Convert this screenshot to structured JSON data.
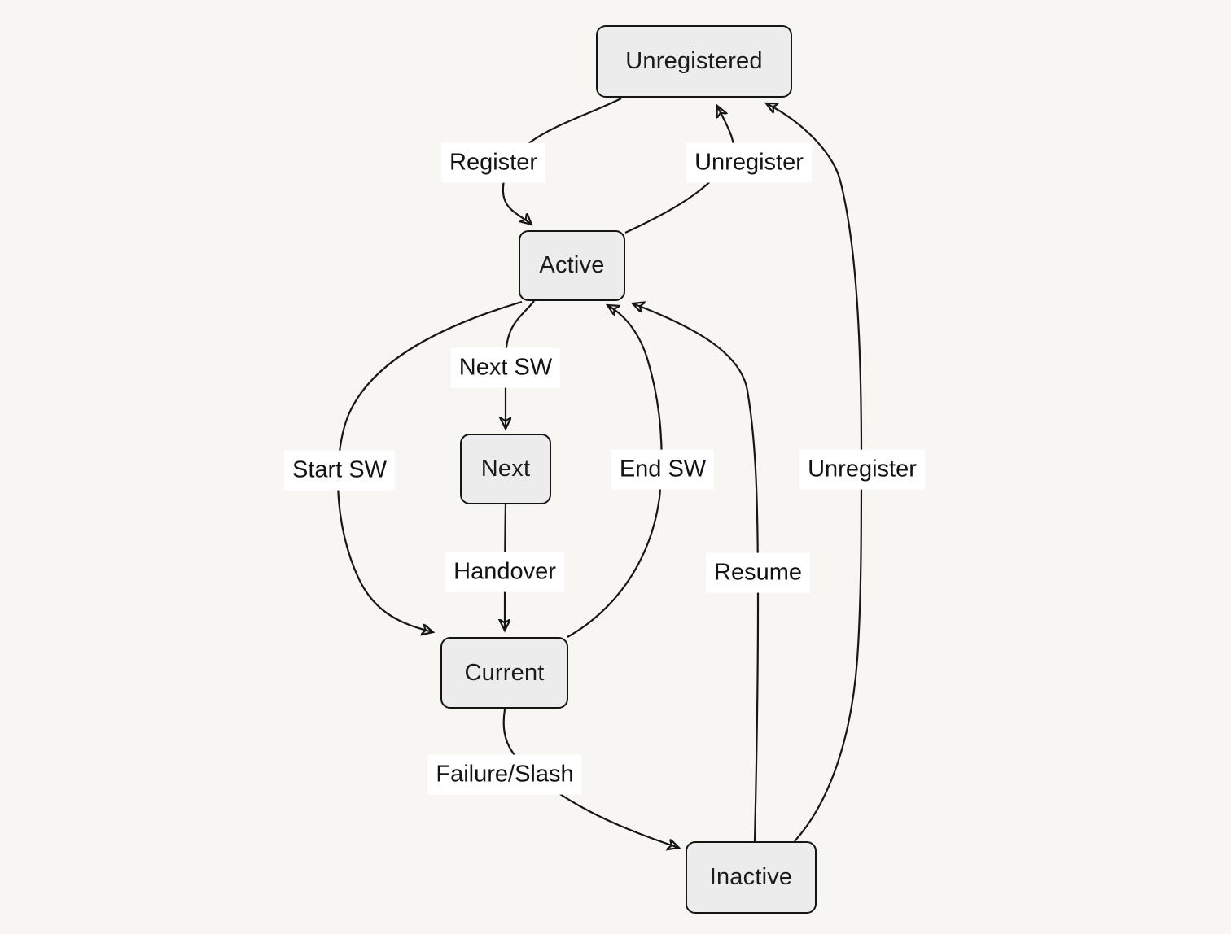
{
  "diagram": {
    "title": "state-transition-diagram",
    "colors": {
      "background": "#f7f6f3",
      "node_fill": "#ececec",
      "node_border": "#141414",
      "edge_stroke": "#161616",
      "label_background": "#ffffff",
      "text": "#1b1b1b"
    },
    "nodes": [
      {
        "id": "unregistered",
        "label": "Unregistered"
      },
      {
        "id": "active",
        "label": "Active"
      },
      {
        "id": "next",
        "label": "Next"
      },
      {
        "id": "current",
        "label": "Current"
      },
      {
        "id": "inactive",
        "label": "Inactive"
      }
    ],
    "edges": [
      {
        "from": "Unregistered",
        "to": "Active",
        "label": "Register"
      },
      {
        "from": "Active",
        "to": "Unregistered",
        "label": "Unregister"
      },
      {
        "from": "Active",
        "to": "Next",
        "label": "Next SW"
      },
      {
        "from": "Active",
        "to": "Current",
        "label": "Start SW"
      },
      {
        "from": "Next",
        "to": "Current",
        "label": "Handover"
      },
      {
        "from": "Current",
        "to": "Active",
        "label": "End SW"
      },
      {
        "from": "Current",
        "to": "Inactive",
        "label": "Failure/Slash"
      },
      {
        "from": "Inactive",
        "to": "Active",
        "label": "Resume"
      },
      {
        "from": "Inactive",
        "to": "Unregistered",
        "label": "Unregister"
      }
    ]
  }
}
